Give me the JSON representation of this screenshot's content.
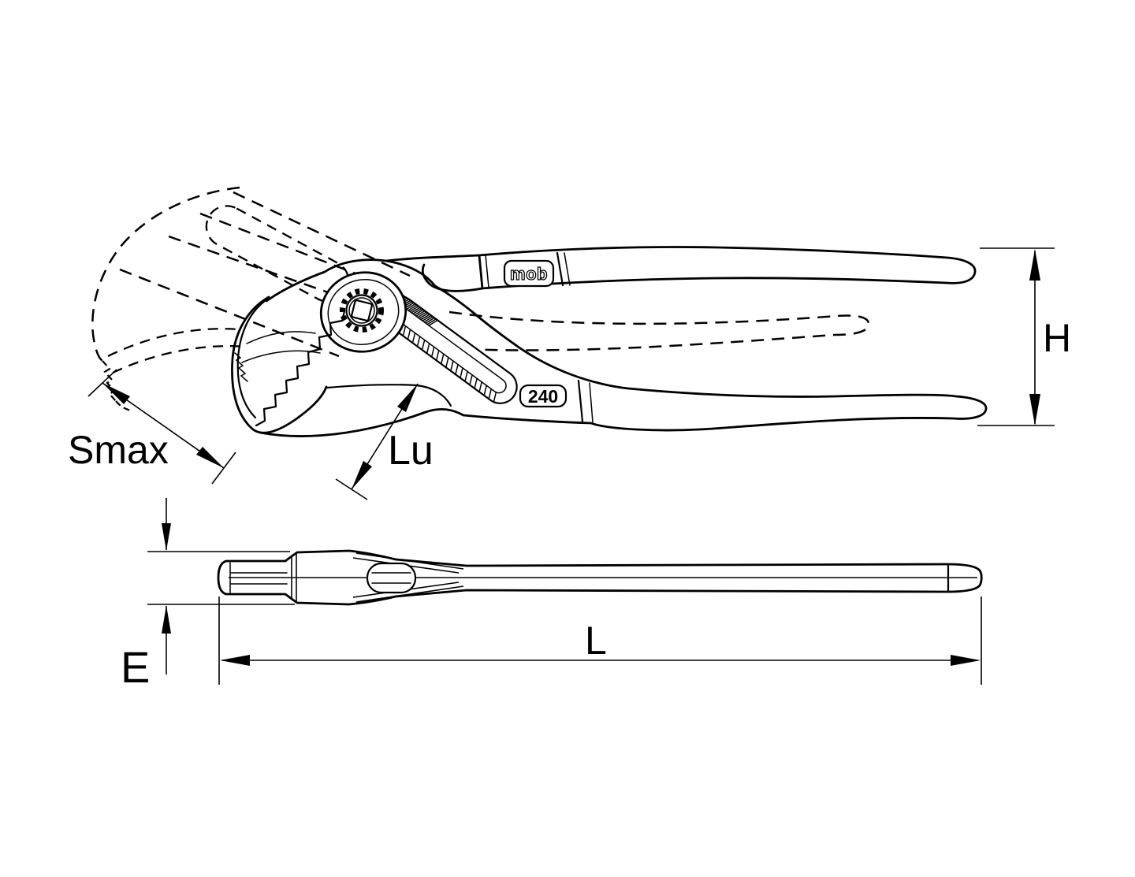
{
  "colors": {
    "background": "#ffffff",
    "line_color": "#000000"
  },
  "figure": {
    "type": "technical-drawing",
    "subject": "water-pump groove-joint pliers, top view with open-position shown dashed, plus edge view",
    "brand_badge": "mob",
    "size_badge": "240",
    "dimension_labels": {
      "jaw_opening": "Smax",
      "usable_rack_length": "Lu",
      "head_height": "H",
      "handle_thickness": "E",
      "overall_length": "L"
    }
  }
}
